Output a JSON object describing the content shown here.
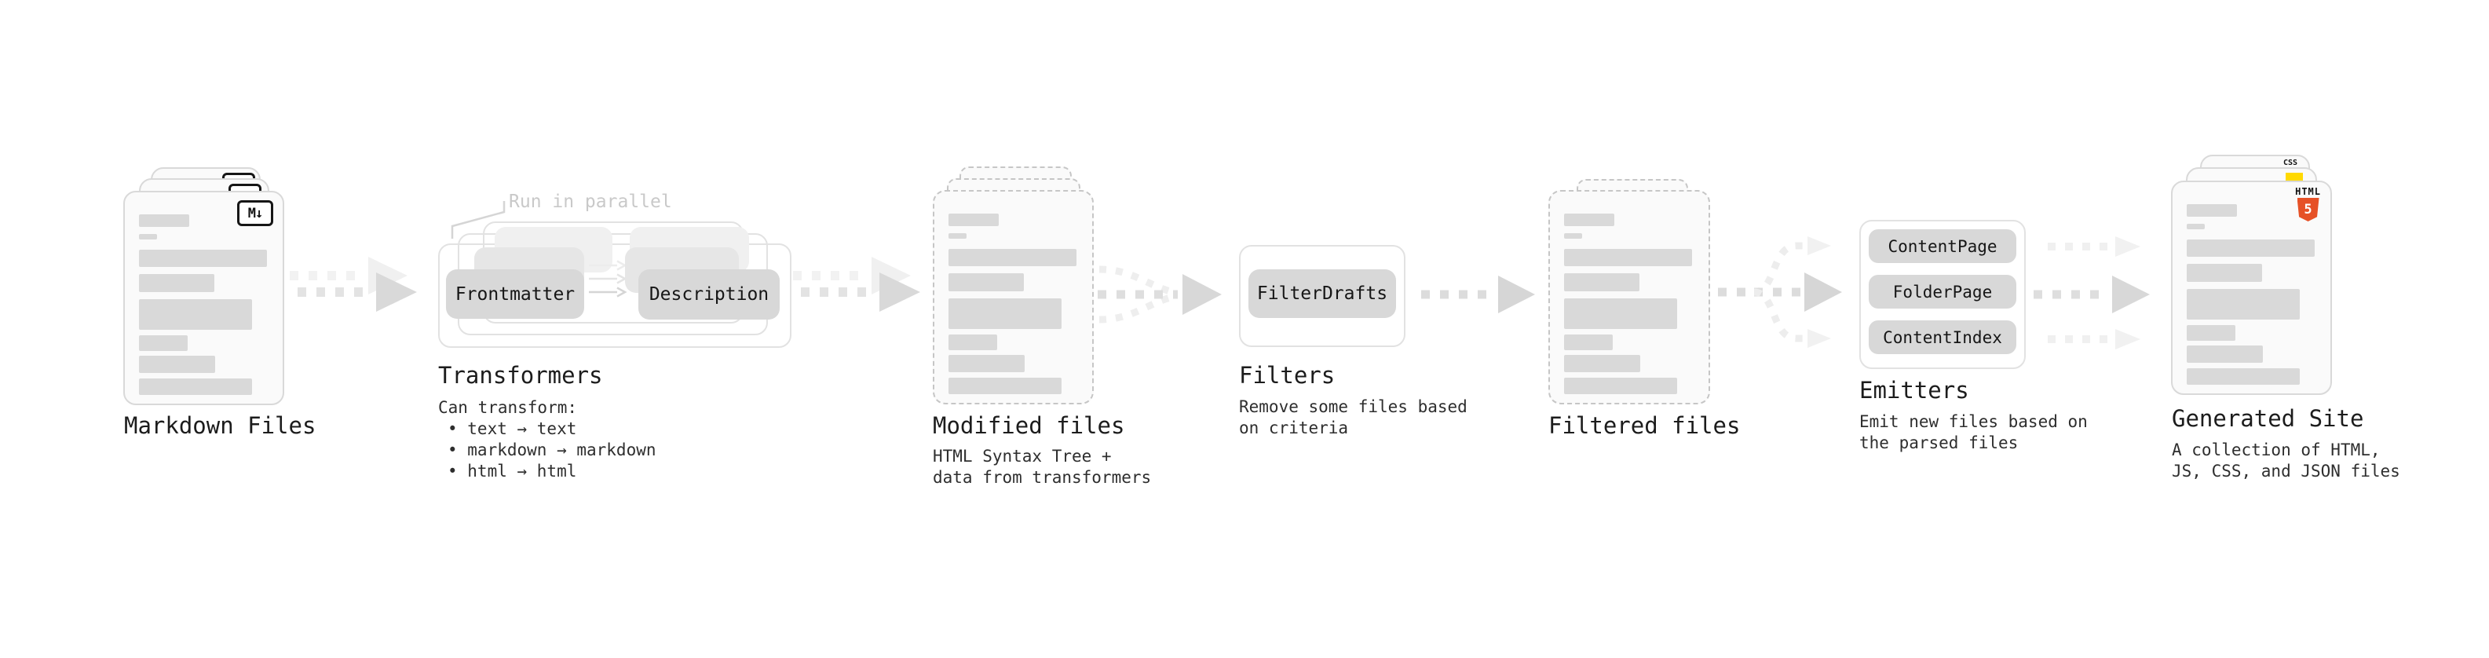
{
  "colors": {
    "page_bg": "#ffffff",
    "card_bg": "#fafafa",
    "placeholder_bar": "#d9d9d9",
    "chip_bg": "#d8d8d8",
    "heading_text": "#1c1c1c",
    "body_text": "#2e2e2e",
    "muted_note": "#c9c9c9",
    "arrow_gray": "#dcdcdc",
    "html5_orange": "#e65127",
    "js_yellow": "#ffd900",
    "css_blue": "#2b6bf3"
  },
  "markdown_files": {
    "label": "Markdown Files",
    "badge": "M↓"
  },
  "transformers": {
    "note": "Run in parallel",
    "input_chip": "Frontmatter",
    "output_chip": "Description",
    "title": "Transformers",
    "subtitle": "Can transform:",
    "bullets": [
      "• text → text",
      "• markdown → markdown",
      "• html → html"
    ]
  },
  "modified_files": {
    "title": "Modified files",
    "description": "HTML Syntax Tree +\ndata from transformers"
  },
  "filters": {
    "chip": "FilterDrafts",
    "title": "Filters",
    "description": "Remove some files based\non criteria"
  },
  "filtered_files": {
    "title": "Filtered files"
  },
  "emitters": {
    "chips": [
      "ContentPage",
      "FolderPage",
      "ContentIndex"
    ],
    "title": "Emitters",
    "description": "Emit new files based on\nthe parsed files"
  },
  "generated_site": {
    "title": "Generated Site",
    "description": "A collection of HTML,\nJS, CSS, and JSON files",
    "html_badge_label": "HTML",
    "html_badge_number": "5",
    "css_badge_label": "CSS"
  }
}
